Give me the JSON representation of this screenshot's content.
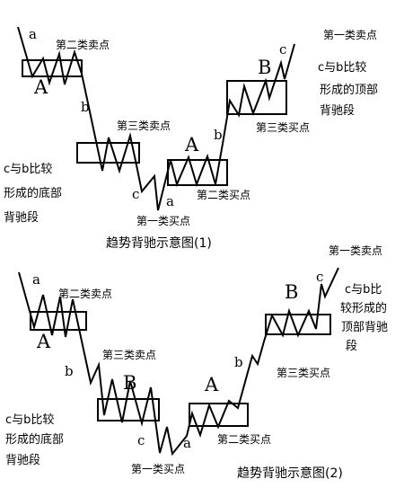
{
  "diagram1": {
    "caption": "趋势背驰示意图(1)",
    "letter_a_top": "a",
    "letter_A_left": "A",
    "letter_b_mid": "b",
    "letter_c_low": "c",
    "letter_a_low": "a",
    "letter_A_mid": "A",
    "letter_b_right": "b",
    "letter_B": "B",
    "letter_c_top": "c",
    "second_sell_point": "第二类卖点",
    "third_sell_point": "第三类卖点",
    "first_buy_point": "第一类买点",
    "second_buy_point": "第二类买点",
    "third_buy_point": "第三类买点",
    "first_sell_point": "第一类卖点",
    "bottom_divergence": [
      "c与b比较",
      "形成的底部",
      "背驰段"
    ],
    "top_divergence": [
      "c与b比较",
      "形成的顶部",
      "背驰段"
    ]
  },
  "diagram2": {
    "caption": "趋势背驰示意图(2)",
    "letter_a_top": "a",
    "letter_A_left": "A",
    "letter_b_left": "b",
    "letter_B_left": "B",
    "letter_c_low": "c",
    "letter_a_low": "a",
    "letter_A_mid": "A",
    "letter_b_right": "b",
    "letter_B_right": "B",
    "letter_c_top": "c",
    "second_sell_point": "第二类卖点",
    "third_sell_point": "第三类卖点",
    "first_buy_point": "第一类买点",
    "second_buy_point": "第二类买点",
    "third_buy_point": "第三类买点",
    "first_sell_point": "第一类卖点",
    "bottom_divergence": [
      "c与b比较",
      "形成的底部",
      "背驰段"
    ],
    "top_divergence": [
      "c与b比",
      "较形成的",
      "顶部背驰",
      "段"
    ]
  }
}
